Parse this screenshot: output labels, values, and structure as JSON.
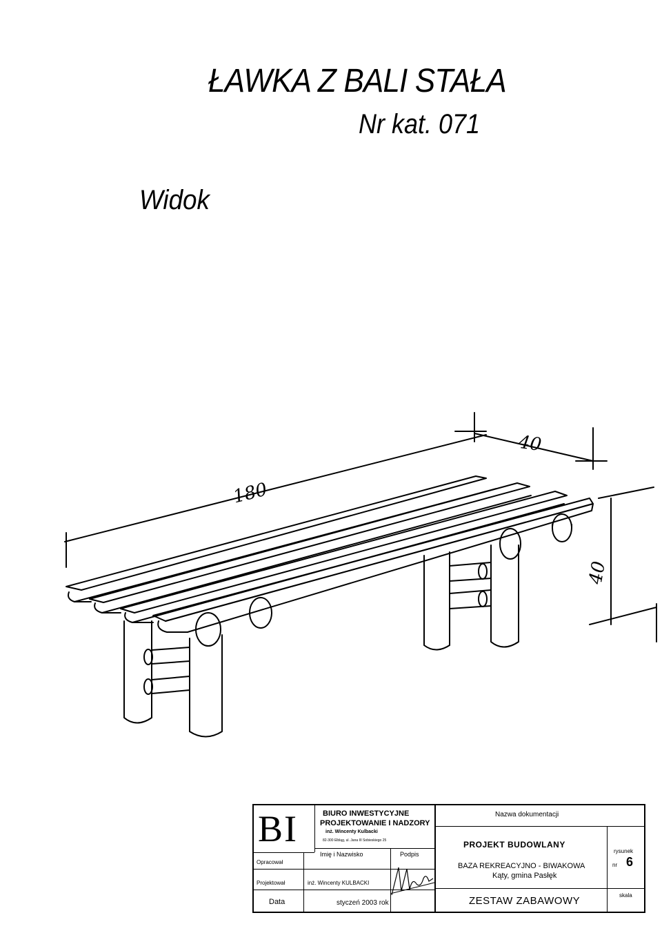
{
  "header": {
    "title": "ŁAWKA Z BALI STAŁA",
    "catalog_number": "Nr kat. 071",
    "view_label": "Widok"
  },
  "drawing": {
    "dimensions": {
      "length": "180",
      "depth": "40",
      "height": "40"
    }
  },
  "title_block": {
    "logo_text": "BI",
    "company": {
      "name": "BIURO INWESTYCYJNE",
      "activity": "PROJEKTOWANIE I NADZORY",
      "engineer": "inż. Wincenty Kulbacki",
      "address": "82-300 Elbląg, ul. Jana III Sobieskiego 25"
    },
    "column_name": "Imię i Nazwisko",
    "column_signature": "Podpis",
    "row_prepared": "Opracował",
    "row_designed": "Projektował",
    "row_date": "Data",
    "designer_name": "inż. Wincenty KULBACKI",
    "date_value": "styczeń 2003 rok",
    "doc_name_label": "Nazwa dokumentacji",
    "doc_type": "PROJEKT BUDOWLANY",
    "project_name": "BAZA REKREACYJNO - BIWAKOWA",
    "project_location": "Kąty, gmina Pasłęk",
    "set_name": "ZESTAW ZABAWOWY",
    "drawing_label": "rysunek",
    "drawing_nr_prefix": "nr",
    "drawing_number": "6",
    "scale_label": "skala"
  }
}
